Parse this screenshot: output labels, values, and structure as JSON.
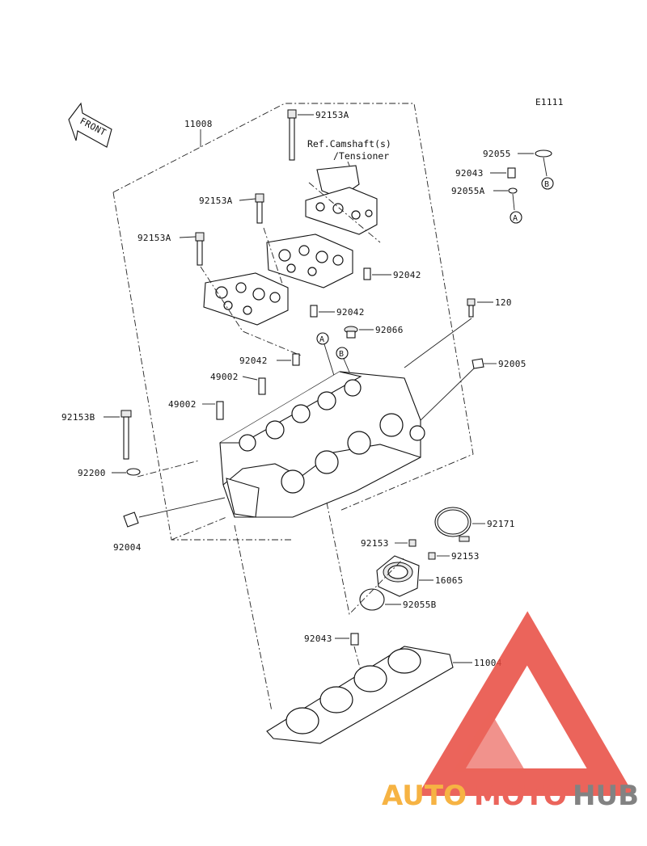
{
  "diagram_id": "E1111",
  "front_label": "FRONT",
  "reference_note": {
    "line1": "Ref.Camshaft(s)",
    "line2": "/Tensioner"
  },
  "parts": {
    "p11008": "11008",
    "p92153A_top": "92153A",
    "p92153A_mid": "92153A",
    "p92153A_left": "92153A",
    "p92042_a": "92042",
    "p92042_b": "92042",
    "p92042_c": "92042",
    "p92055": "92055",
    "p92043_top": "92043",
    "p92055A": "92055A",
    "p120": "120",
    "p92066": "92066",
    "p92005": "92005",
    "p49002_a": "49002",
    "p49002_b": "49002",
    "p92153B": "92153B",
    "p92200": "92200",
    "p92004": "92004",
    "p92171": "92171",
    "p92153_a": "92153",
    "p92153_b": "92153",
    "p16065": "16065",
    "p92055B": "92055B",
    "p92043_bottom": "92043",
    "p11004": "11004"
  },
  "callouts": {
    "a": "A",
    "b": "B"
  },
  "watermark": {
    "part1": "AUTO",
    "part2": "MOTO",
    "part3": "HUB"
  },
  "colors": {
    "line": "#222222",
    "watermark_red": "#e84a3f",
    "watermark_orange": "#f5a623",
    "watermark_gray": "#6d6d6d"
  }
}
